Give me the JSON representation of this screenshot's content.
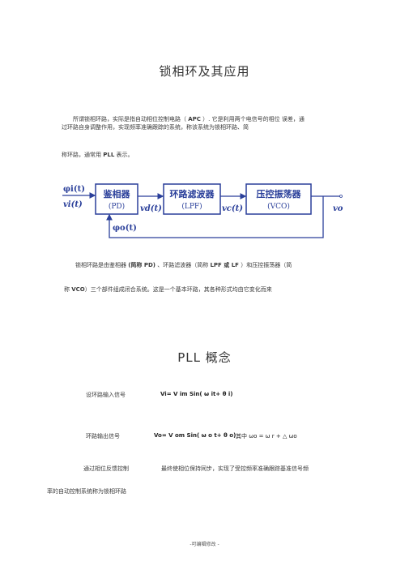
{
  "doc": {
    "title": "锁相环及其应用",
    "intro": {
      "l1_a": "所谓锁相环路，实际是指自动相位控制电路（ ",
      "l1_apc": "APC",
      "l1_b": " ）. 它是利用两个电信号的相位 误差，通",
      "l2": "过环路自身调整作用，实现频率准确跟踪的系统，称该系统为锁相环路、简",
      "l3_a": "称环路，通常用 ",
      "l3_pll": "PLL",
      "l3_b": " 表示。"
    },
    "diagram": {
      "input_phi": "φi(t)",
      "input_v": "vi(t)",
      "pd_name": "鉴相器",
      "pd_abbr": "(PD)",
      "pd_out": "vd(t)",
      "lpf_name": "环路滤波器",
      "lpf_abbr": "(LPF)",
      "lpf_out": "vc(t)",
      "vco_name": "压控振荡器",
      "vco_abbr": "(VCO)",
      "output_v": "vo",
      "feedback_phi": "φo(t)"
    },
    "composition": {
      "l1_a": "锁相环路是由鉴相器 ",
      "l1_pd": "(简称 PD)",
      "l1_b": " 、环路滤波器（简称 ",
      "l1_lpf": "LPF 或 LF",
      "l1_c": " ）和压控振荡器（简",
      "l2_a": "称 ",
      "l2_vco": "VCO",
      "l2_b": "）三个部件组成闭合系统。这是一个基本环路，其各种形式均由它变化而来"
    },
    "section2_title": "PLL 概念",
    "input_signal": {
      "label": "设环路输入信号",
      "formula": "Vi= V im Sin( ω it+ θ i)"
    },
    "output_signal": {
      "label": "环路输出信号",
      "formula": "Vo= V om Sin( ω o t+ θ o)",
      "where": "其中 ωo = ω r + △ ωo"
    },
    "feedback": {
      "label": "通过相位反馈控制",
      "text": "最终使相位保持同步，实现了受控频率准确跟踪基准信号频"
    },
    "closing": "率的自动控制系统称为锁相环路",
    "footer": "-可编辑修改 -"
  }
}
